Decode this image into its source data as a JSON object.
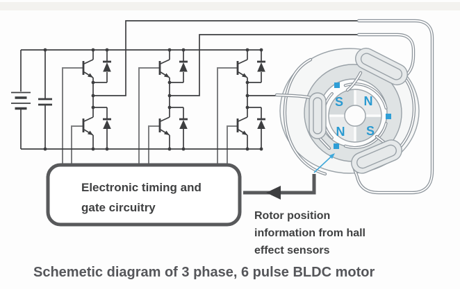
{
  "title_caption": "Schemetic diagram of 3 phase, 6 pulse BLDC motor",
  "control_box": {
    "line1": "Electronic timing and",
    "line2": "gate circuitry"
  },
  "annotation": {
    "line1": "Rotor position",
    "line2": "information from hall",
    "line3": "effect sensors"
  },
  "motor": {
    "poles": [
      "S",
      "N",
      "N",
      "S"
    ],
    "hall_sensors": 3,
    "windings": 3
  },
  "inverter": {
    "legs": 3,
    "switches_per_leg": 2,
    "freewheel_diodes_per_leg": 2
  },
  "colors": {
    "circuit_line": "#3d3e40",
    "gate_wire": "#7d7e80",
    "feedback_line": "#58595b",
    "motor_outline": "#8a9299",
    "motor_fill": "#e3e7e8",
    "pole_text": "#2a9ad1",
    "hall_sensor": "#2f9ed6",
    "hall_pointer": "#3fa8da",
    "text": "#3f4041"
  }
}
